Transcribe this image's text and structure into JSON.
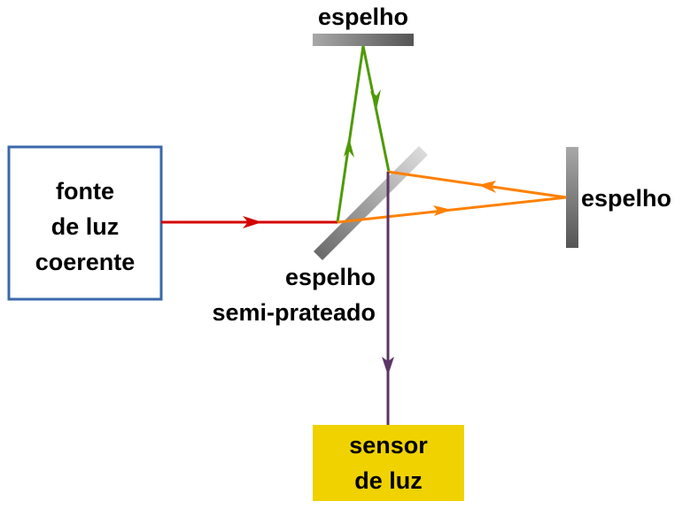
{
  "labels": {
    "top_mirror": "espelho",
    "right_mirror": "espelho",
    "splitter_line1": "espelho",
    "splitter_line2": "semi-prateado",
    "source_line1": "fonte",
    "source_line2": "de luz",
    "source_line3": "coerente",
    "sensor_line1": "sensor",
    "sensor_line2": "de luz"
  },
  "colors": {
    "source_border": "#3a68ab",
    "sensor_fill": "#efd200",
    "red_beam": "#d40000",
    "green_beam": "#4e9a06",
    "orange_beam": "#ff8000",
    "purple_beam": "#5c3566"
  }
}
